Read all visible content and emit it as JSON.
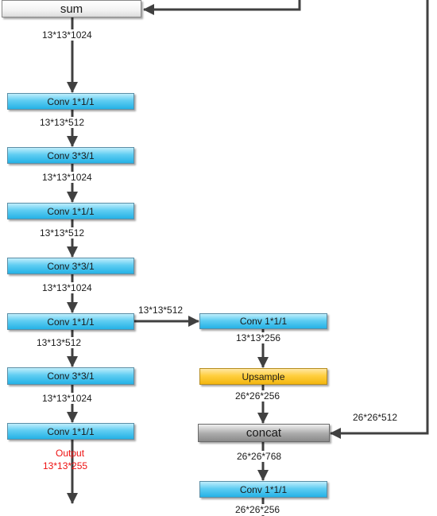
{
  "colors": {
    "arrow": "#404040",
    "conv_fill": "#3fc0ee",
    "upsample_fill": "#ffcc33",
    "concat_fill": "#9a9a9a",
    "output_text": "#ee1111"
  },
  "nodes": {
    "sum": "sum",
    "conv1": "Conv 1*1/1",
    "conv2": "Conv 3*3/1",
    "conv3": "Conv 1*1/1",
    "conv4": "Conv 3*3/1",
    "conv5": "Conv 1*1/1",
    "conv6": "Conv 3*3/1",
    "conv7": "Conv 1*1/1",
    "conv_r1": "Conv 1*1/1",
    "upsample": "Upsample",
    "concat": "concat",
    "conv_r2": "Conv 1*1/1"
  },
  "labels": {
    "l_sum": "13*13*1024",
    "l_c1": "13*13*512",
    "l_c2": "13*13*1024",
    "l_c3": "13*13*512",
    "l_c4": "13*13*1024",
    "l_branch": "13*13*512",
    "l_c5": "13*13*512",
    "l_c6": "13*13*1024",
    "l_out1": "Output",
    "l_out2": "13*13*255",
    "l_r1": "13*13*256",
    "l_ups": "26*26*256",
    "l_skip": "26*26*512",
    "l_cat": "26*26*768",
    "l_r2": "26*26*256"
  }
}
